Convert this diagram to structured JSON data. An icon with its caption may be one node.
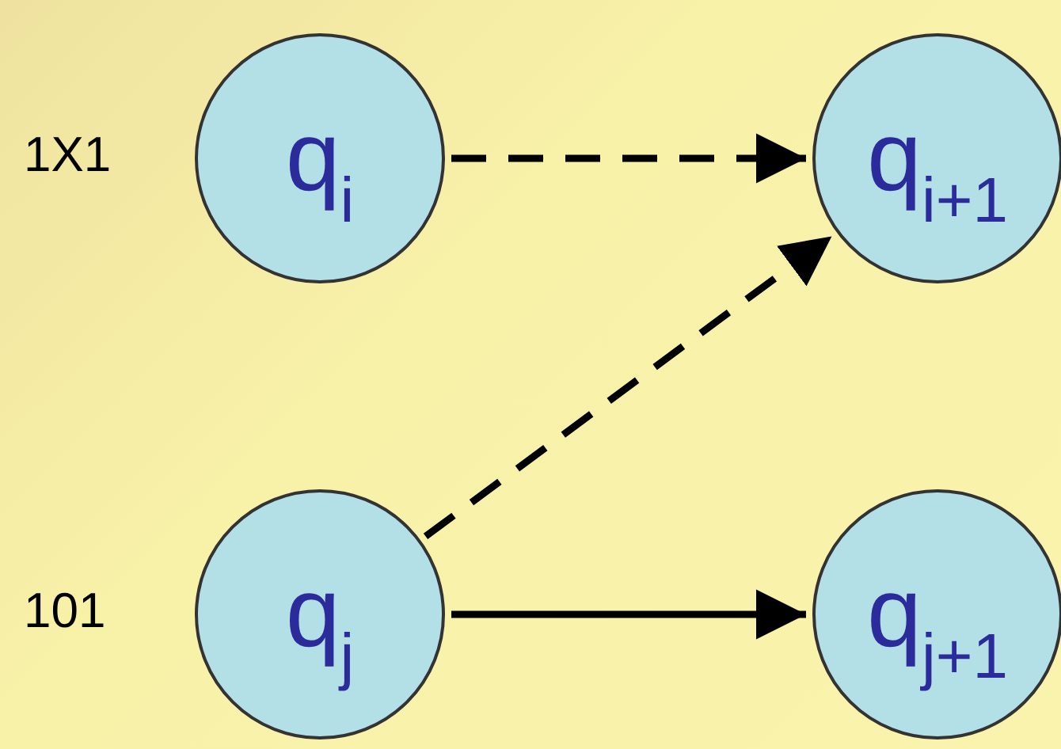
{
  "diagram": {
    "nodes": [
      {
        "text": [
          "q$_{i}$"
        ],
        "beside": [
          "1X1"
        ]
      },
      {
        "text": [
          "q$_{i+1}$"
        ]
      },
      {
        "text": [
          "q$_{j}$"
        ],
        "beside": [
          "101"
        ]
      },
      {
        "text": [
          "q$_{j+1}$"
        ]
      }
    ],
    "edges": [
      {
        "from": 0,
        "to": 1,
        "arrow": "to",
        "style": "dashed"
      },
      {
        "from": 2,
        "to": 1,
        "arrow": "to",
        "style": "dashed"
      },
      {
        "from": 2,
        "to": 3,
        "arrow": "to"
      }
    ]
  }
}
